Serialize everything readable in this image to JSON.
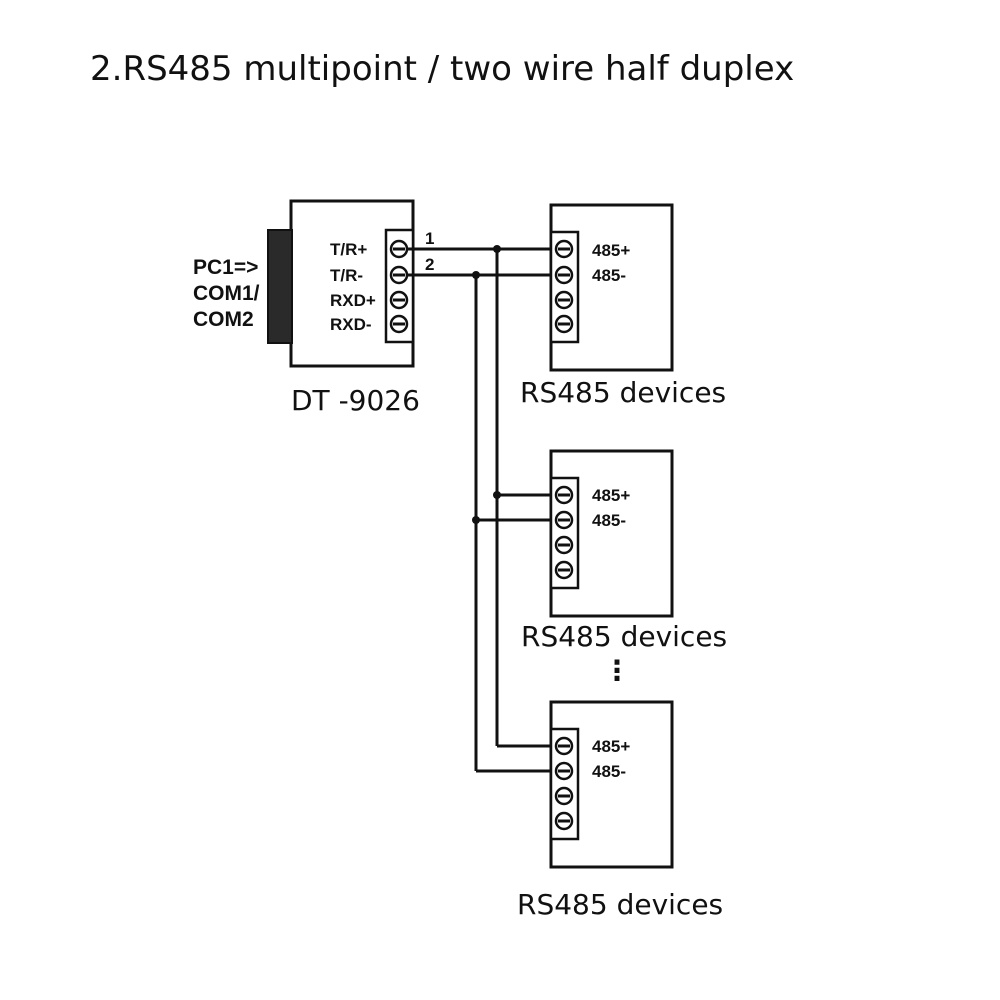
{
  "title": "2.RS485 multipoint / two wire half duplex",
  "converter": {
    "model": "DT -9026",
    "pc_label": [
      "PC1=>",
      "COM1/",
      "COM2"
    ],
    "pins": [
      "T/R+",
      "T/R-",
      "RXD+",
      "RXD-"
    ],
    "wire_numbers": [
      "1",
      "2"
    ]
  },
  "devices": [
    {
      "caption": "RS485 devices",
      "pins": [
        "485+",
        "485-"
      ]
    },
    {
      "caption": "RS485 devices",
      "pins": [
        "485+",
        "485-"
      ]
    },
    {
      "caption": "RS485 devices",
      "pins": [
        "485+",
        "485-"
      ]
    }
  ],
  "ellipsis": "⋮"
}
